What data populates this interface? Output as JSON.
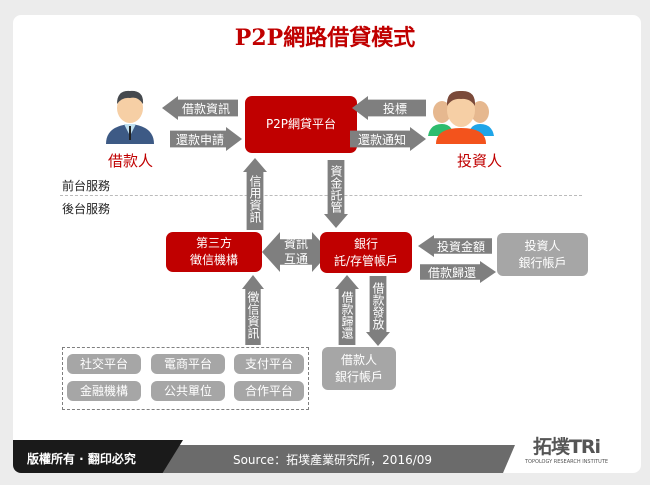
{
  "title": "P2P網路借貸模式",
  "actors": {
    "borrower": "借款人",
    "investor": "投資人"
  },
  "platform": "P2P網貸平台",
  "arrows": {
    "loan_info": "借款資訊",
    "repay_apply": "還款申請",
    "bid": "投標",
    "repay_notice": "還款通知",
    "credit_info": "信用資訊",
    "fund_custody": "資金託管",
    "info_exchange": "資訊互通",
    "invest_amount": "投資金額",
    "loan_return_right": "借款歸還",
    "credit_data": "徵信資訊",
    "loan_return_up": "借款歸還",
    "loan_release": "借款發放"
  },
  "sections": {
    "front": "前台服務",
    "back": "後台服務"
  },
  "boxes": {
    "credit_agency": "第三方\n徵信機構",
    "bank_line1": "銀行",
    "bank_line2": "託/存管帳戶",
    "investor_bank": "投資人\n銀行帳戶",
    "borrower_bank": "借款人\n銀行帳戶"
  },
  "sources": [
    "社交平台",
    "電商平台",
    "支付平台",
    "金融機構",
    "公共單位",
    "合作平台"
  ],
  "footer": {
    "copyright": "版權所有 · 翻印必究",
    "source": "Source：拓墣產業研究所，2016/09",
    "logo": "拓墣TRi",
    "logo_sub": "TOPOLOGY RESEARCH INSTITUTE"
  },
  "colors": {
    "accent": "#c00000",
    "arrow": "#7f7f7f",
    "grey_box": "#a6a6a6"
  }
}
